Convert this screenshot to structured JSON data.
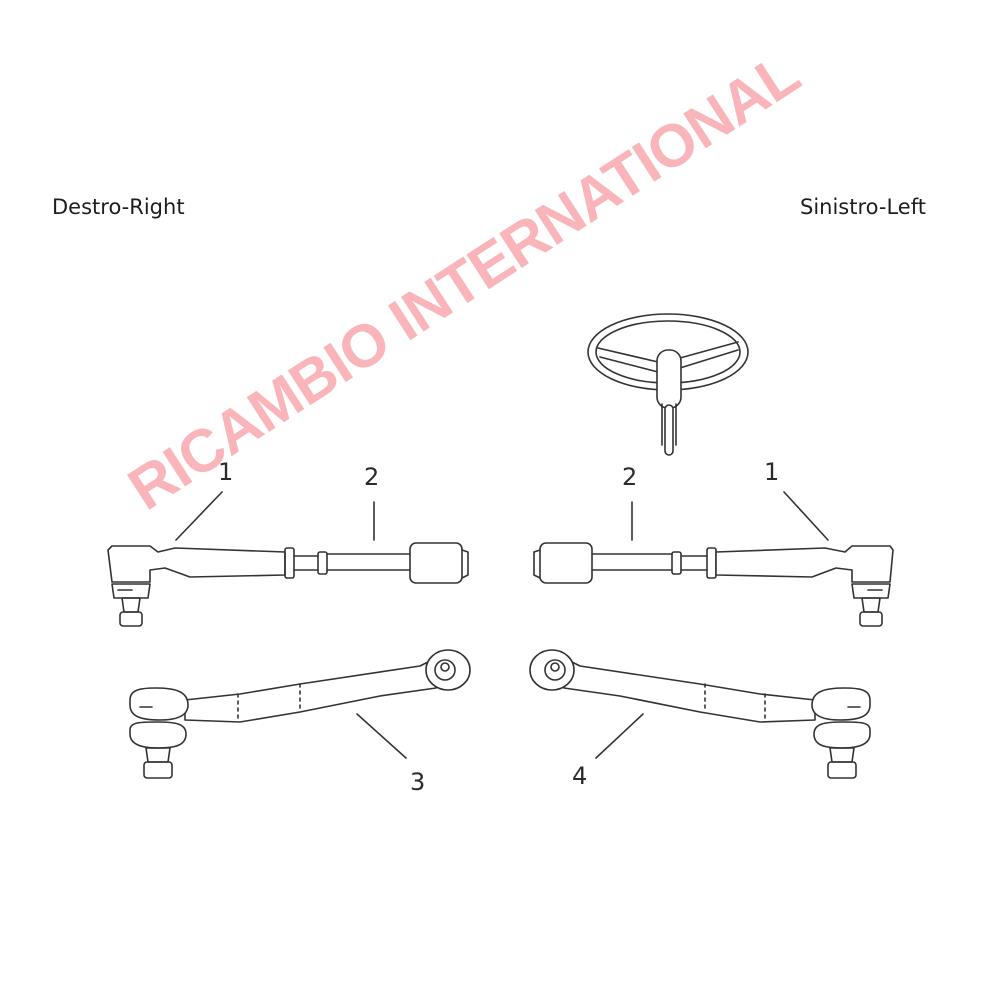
{
  "labels": {
    "right_side": "Destro-Right",
    "left_side": "Sinistro-Left"
  },
  "callouts": {
    "right_tie_rod_end": "1",
    "right_inner_tie_rod": "2",
    "left_inner_tie_rod": "2",
    "left_tie_rod_end": "1",
    "right_track_rod": "3",
    "left_track_rod": "4"
  },
  "watermark": "RICAMBIO INTERNATIONAL",
  "colors": {
    "line": "#333333",
    "watermark": "#f47882",
    "background": "#ffffff"
  }
}
